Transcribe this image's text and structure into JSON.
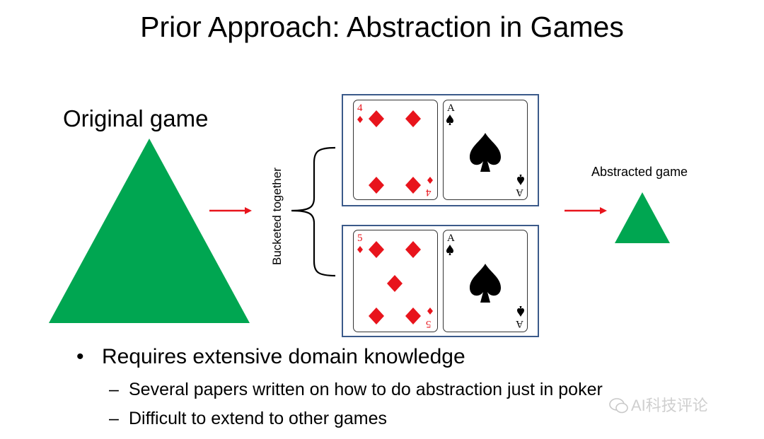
{
  "slide": {
    "title": "Prior Approach: Abstraction in Games",
    "original_game_label": "Original game",
    "abstracted_game_label": "Abstracted game",
    "bucket_label": "Bucketed together",
    "colors": {
      "triangle_green": "#00a651",
      "arrow_red": "#e8141c",
      "hand_border": "#3b5a8a",
      "diamond_red": "#e8141c"
    },
    "hands": [
      {
        "cards": [
          {
            "rank": "4",
            "suit": "diamond-icon",
            "color": "red"
          },
          {
            "rank": "A",
            "suit": "spade-icon",
            "color": "black"
          }
        ]
      },
      {
        "cards": [
          {
            "rank": "5",
            "suit": "diamond-icon",
            "color": "red"
          },
          {
            "rank": "A",
            "suit": "spade-icon",
            "color": "black"
          }
        ]
      }
    ],
    "bullets": {
      "main": "Requires extensive domain knowledge",
      "main_marker": "•",
      "sub_marker": "–",
      "sub": [
        "Several papers written on how to do abstraction just in poker",
        "Difficult to extend to other games"
      ]
    },
    "watermark": "AI科技评论"
  }
}
